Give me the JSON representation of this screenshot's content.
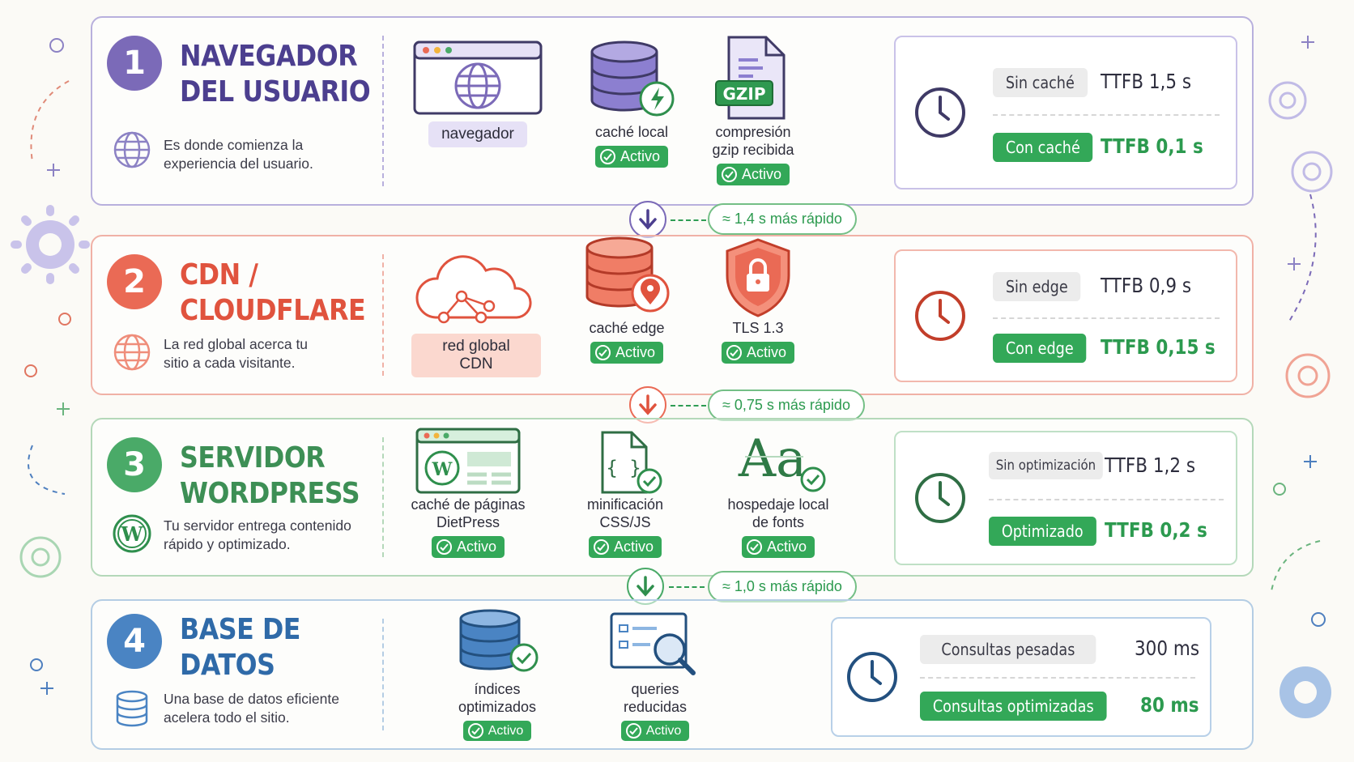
{
  "colors": {
    "purple": "#7b6ab8",
    "purple_title": "#4c3f8f",
    "red": "#ea6a55",
    "red_title": "#e0533e",
    "green": "#4aaa68",
    "green_title": "#3d8f55",
    "blue": "#4a84c3",
    "blue_title": "#2f6aa8",
    "active_green": "#33a858"
  },
  "sections": [
    {
      "number": "1",
      "title": "NAVEGADOR\nDEL USUARIO",
      "description": "Es donde comienza la\nexperiencia del usuario.",
      "desc_icon": "globe-icon",
      "items": [
        {
          "icon": "browser-window-icon",
          "label": "navegador"
        },
        {
          "icon": "database-lightning-icon",
          "label": "caché local",
          "status": "Activo"
        },
        {
          "icon": "gzip-file-icon",
          "icon_text": "GZIP",
          "label": "compresión\ngzip recibida",
          "status": "Activo"
        }
      ],
      "metric": {
        "before_label": "Sin caché",
        "before_value": "TTFB 1,5 s",
        "after_label": "Con caché",
        "after_value": "TTFB 0,1 s"
      }
    },
    {
      "number": "2",
      "title": "CDN /\nCLOUDFLARE",
      "description": "La red global acerca tu\nsitio a cada visitante.",
      "desc_icon": "network-globe-icon",
      "items": [
        {
          "icon": "cloud-network-icon",
          "label": "red global CDN"
        },
        {
          "icon": "database-location-icon",
          "label": "caché edge",
          "status": "Activo"
        },
        {
          "icon": "shield-lock-icon",
          "label": "TLS 1.3",
          "status": "Activo"
        }
      ],
      "metric": {
        "before_label": "Sin edge",
        "before_value": "TTFB 0,9 s",
        "after_label": "Con edge",
        "after_value": "TTFB 0,15 s"
      }
    },
    {
      "number": "3",
      "title": "SERVIDOR\nWORDPRESS",
      "description": "Tu servidor entrega contenido\nrápido y optimizado.",
      "desc_icon": "wordpress-icon",
      "items": [
        {
          "icon": "wordpress-page-icon",
          "label": "caché de páginas\nDietPress",
          "status": "Activo"
        },
        {
          "icon": "code-file-check-icon",
          "icon_text": "{ }",
          "label": "minificación\nCSS/JS",
          "status": "Activo"
        },
        {
          "icon": "font-check-icon",
          "icon_text": "Aa",
          "label": "hospedaje local\nde fonts",
          "status": "Activo"
        }
      ],
      "metric": {
        "before_label": "Sin optimización",
        "before_value": "TTFB 1,2 s",
        "after_label": "Optimizado",
        "after_value": "TTFB 0,2 s"
      }
    },
    {
      "number": "4",
      "title": "BASE DE\nDATOS",
      "description": "Una base de datos eficiente\nacelera todo el sitio.",
      "desc_icon": "database-icon",
      "items": [
        {
          "icon": "database-check-icon",
          "label": "índices\noptimizados",
          "status": "Activo"
        },
        {
          "icon": "query-search-icon",
          "label": "queries\nreducidas",
          "status": "Activo"
        }
      ],
      "metric": {
        "before_label": "Consultas pesadas",
        "before_value": "300 ms",
        "after_label": "Consultas optimizadas",
        "after_value": "80 ms"
      }
    }
  ],
  "connectors": [
    {
      "icon": "arrow-down-icon",
      "label": "≈ 1,4 s más rápido"
    },
    {
      "icon": "arrow-down-icon",
      "label": "≈ 0,75 s más rápido"
    },
    {
      "icon": "arrow-down-icon",
      "label": "≈ 1,0 s más rápido"
    }
  ]
}
